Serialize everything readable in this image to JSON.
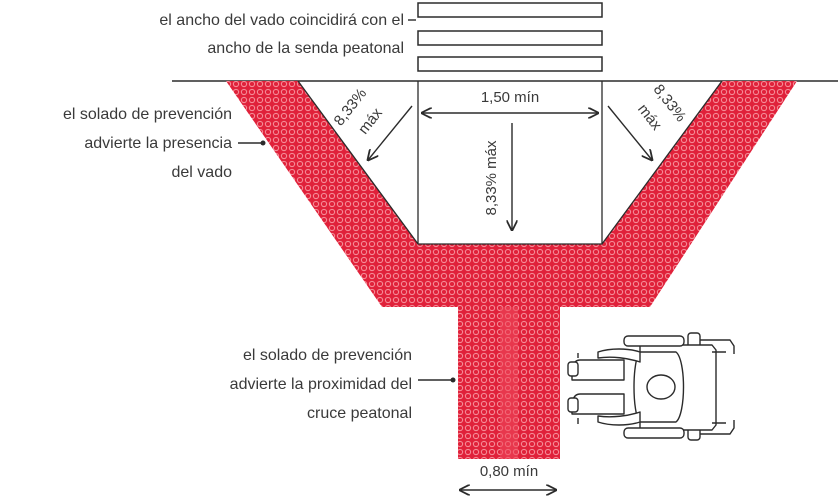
{
  "colors": {
    "tactile": "#e0213a",
    "tactile_dot": "#f26a79",
    "line": "#2b2b2b",
    "text": "#3a3a3a"
  },
  "labels": {
    "crosswalk_line1": "el ancho del vado coincidirá con el",
    "crosswalk_line2": "ancho de la senda peatonal",
    "warning_line1": "el solado de prevención",
    "warning_line2": "advierte la presencia",
    "warning_line3": "del vado",
    "proximity_line1": "el solado de prevención",
    "proximity_line2": "advierte la proximidad del",
    "proximity_line3": "cruce peatonal"
  },
  "dimensions": {
    "top_width": "1,50 mín",
    "center_slope": "8,33% máx",
    "left_slope_value": "8,33%",
    "left_slope_suffix": "máx",
    "right_slope_value": "8,33%",
    "right_slope_suffix": "máx",
    "bottom_width": "0,80 mín"
  },
  "icons": {
    "wheelchair": "wheelchair-user-icon"
  }
}
